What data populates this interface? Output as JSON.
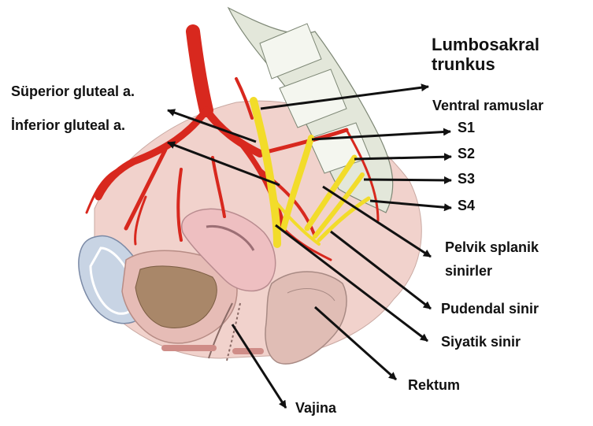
{
  "labels": {
    "lumbosakral_trunkus": {
      "line1": "Lumbosakral",
      "line2": "trunkus"
    },
    "ventral_ramuslar": "Ventral ramuslar",
    "superior_gluteal": "Süperior gluteal a.",
    "inferior_gluteal": "İnferior gluteal a.",
    "s1": "S1",
    "s2": "S2",
    "s3": "S3",
    "s4": "S4",
    "pelvik_splanik": {
      "line1": "Pelvik splanik",
      "line2": "sinirler"
    },
    "pudendal_sinir": "Pudendal sinir",
    "siyatik_sinir": "Siyatik sinir",
    "rektum": "Rektum",
    "vajina": "Vajina"
  },
  "colors": {
    "artery": "#d8281e",
    "nerve": "#f2dc2a",
    "bone": "#e3e7da",
    "soft_tissue": "#f1d2cc",
    "uterus": "#eebfc1",
    "bladder_wall": "#e6bcb6",
    "bladder_lumen": "#a98769",
    "rectum": "#e0bdb5",
    "pubic_bone": "#c8d4e4"
  }
}
